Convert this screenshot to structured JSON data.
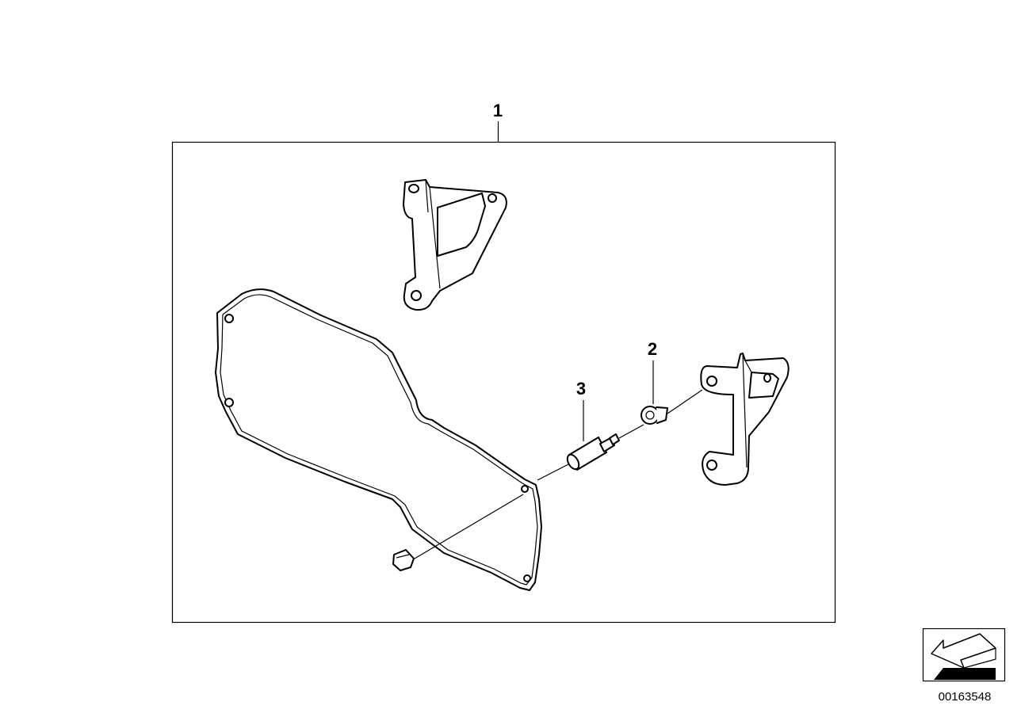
{
  "callouts": {
    "kit": "1",
    "clip_nut": "2",
    "spacer": "3"
  },
  "document_number": "00163548",
  "icons": {
    "orientation": "direction-arrow-icon"
  }
}
